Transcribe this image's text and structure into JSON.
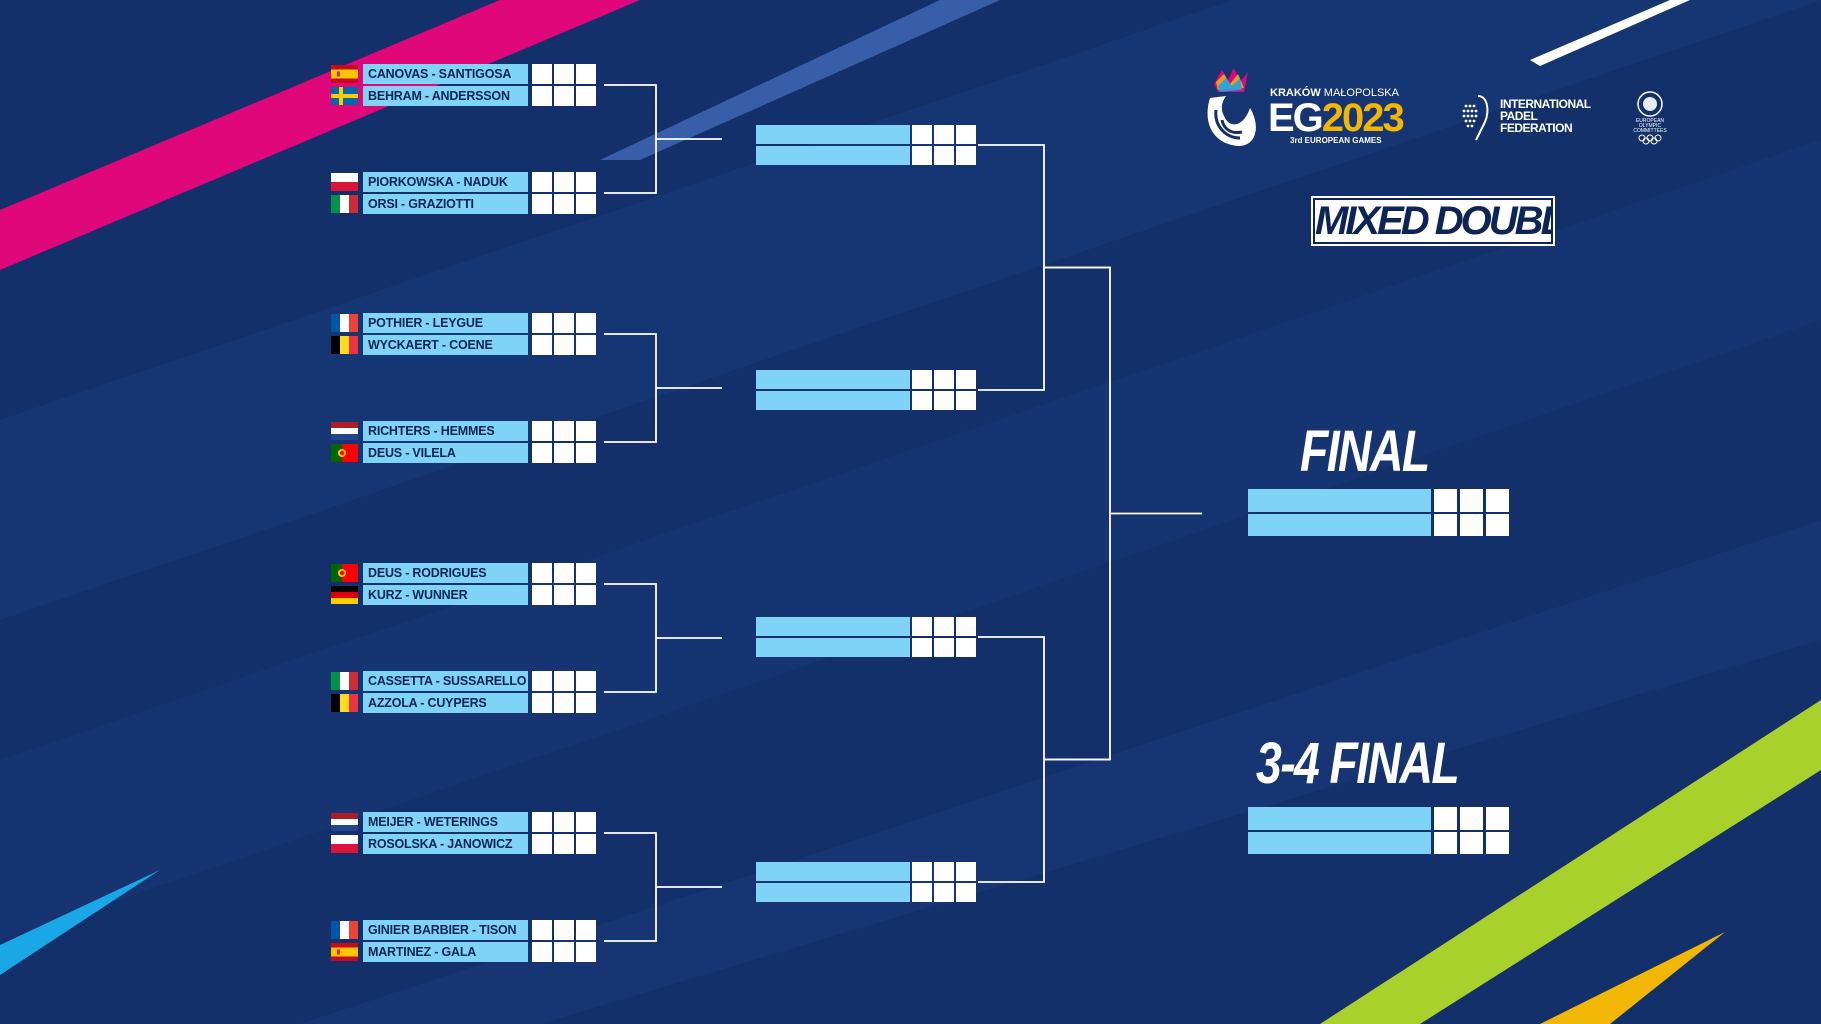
{
  "event": {
    "title": "MIXED DOUBLES"
  },
  "logos": {
    "games": {
      "line1_a": "KRAKÓW",
      "line1_b": "MAŁOPOLSKA",
      "big_a": "EG",
      "big_b": "2023",
      "sub": "3rd EUROPEAN GAMES"
    },
    "federation": {
      "line1": "INTERNATIONAL",
      "line2": "PADEL",
      "line3": "FEDERATION"
    },
    "eoc": {
      "text": "EUROPEAN OLYMPIC COMMITTEES"
    }
  },
  "rounds": {
    "final_label": "FINAL",
    "third_place_label": "3-4 FINAL"
  },
  "colors": {
    "background": "#13306a",
    "slot": "#7fd3f7",
    "score_box": "#ffffff",
    "connector": "#ffffff",
    "accent_pink": "#e0077a",
    "accent_green": "#a8d12b",
    "accent_cyan": "#1aa7e5",
    "accent_gold": "#f2b705"
  },
  "first_round": [
    {
      "top": {
        "name": "CANOVAS - SANTIGOSA",
        "flag": "ES"
      },
      "bottom": {
        "name": "BEHRAM - ANDERSSON",
        "flag": "SE"
      }
    },
    {
      "top": {
        "name": "PIORKOWSKA - NADUK",
        "flag": "PL"
      },
      "bottom": {
        "name": "ORSI - GRAZIOTTI",
        "flag": "IT"
      }
    },
    {
      "top": {
        "name": "POTHIER - LEYGUE",
        "flag": "FR"
      },
      "bottom": {
        "name": "WYCKAERT - COENE",
        "flag": "BE"
      }
    },
    {
      "top": {
        "name": "RICHTERS - HEMMES",
        "flag": "NL"
      },
      "bottom": {
        "name": "DEUS - VILELA",
        "flag": "PT"
      }
    },
    {
      "top": {
        "name": "DEUS - RODRIGUES",
        "flag": "PT"
      },
      "bottom": {
        "name": "KURZ - WUNNER",
        "flag": "DE"
      }
    },
    {
      "top": {
        "name": "CASSETTA - SUSSARELLO",
        "flag": "IT"
      },
      "bottom": {
        "name": "AZZOLA - CUYPERS",
        "flag": "BE"
      }
    },
    {
      "top": {
        "name": "MEIJER - WETERINGS",
        "flag": "NL"
      },
      "bottom": {
        "name": "ROSOLSKA - JANOWICZ",
        "flag": "PL"
      }
    },
    {
      "top": {
        "name": "GINIER BARBIER - TISON",
        "flag": "FR"
      },
      "bottom": {
        "name": "MARTINEZ - GALA",
        "flag": "ES"
      }
    }
  ],
  "semi_finals": [
    {},
    {},
    {},
    {}
  ],
  "finals": [
    {},
    {}
  ]
}
